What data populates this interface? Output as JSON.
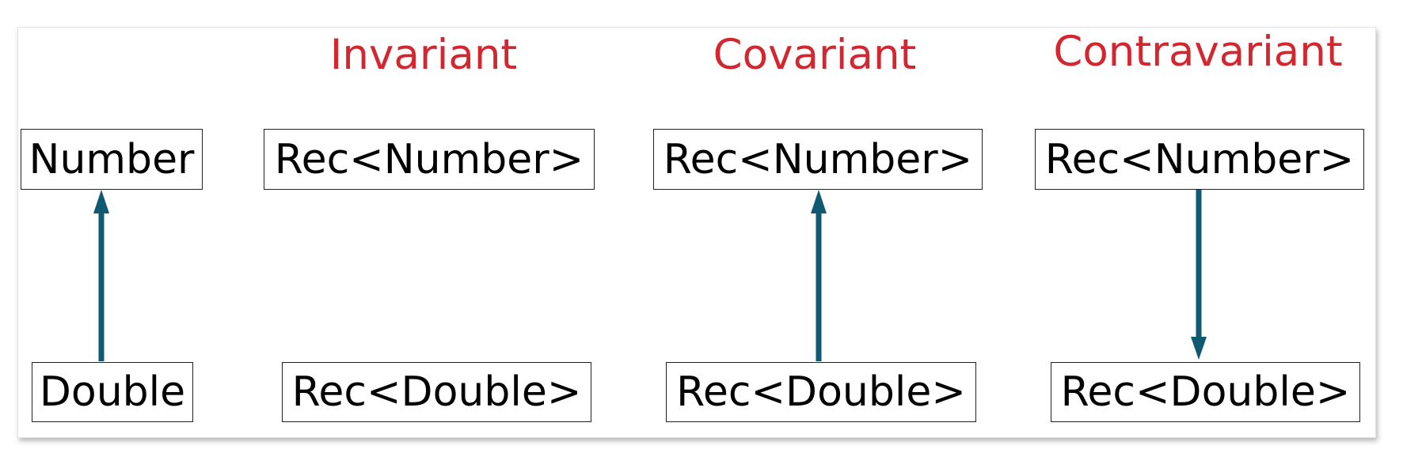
{
  "colors": {
    "heading": "#d3262e",
    "arrow": "#0f5a72",
    "box_border": "#222222"
  },
  "diagram": {
    "plain": {
      "top": "Number",
      "bottom": "Double",
      "arrow": "up"
    },
    "invariant": {
      "heading": "Invariant",
      "top": "Rec<Number>",
      "bottom": "Rec<Double>",
      "arrow": "none"
    },
    "covariant": {
      "heading": "Covariant",
      "top": "Rec<Number>",
      "bottom": "Rec<Double>",
      "arrow": "up"
    },
    "contravariant": {
      "heading": "Contravariant",
      "top": "Rec<Number>",
      "bottom": "Rec<Double>",
      "arrow": "down"
    }
  }
}
